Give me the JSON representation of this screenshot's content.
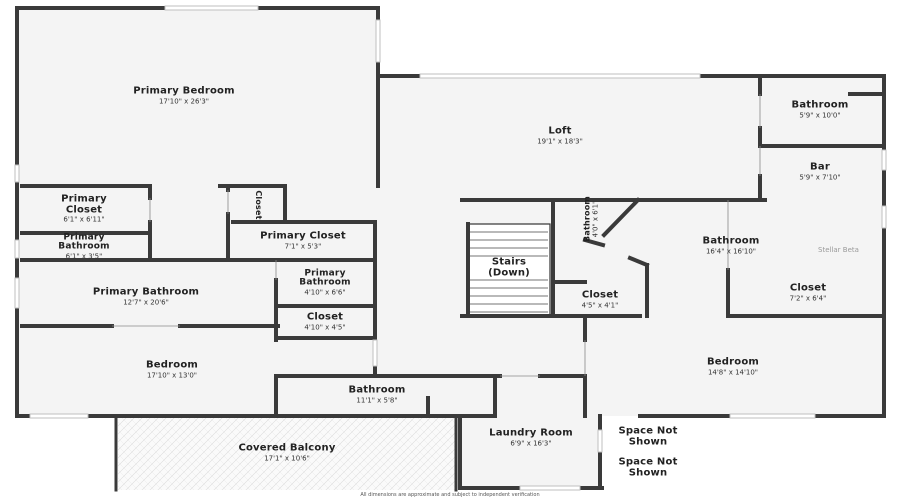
{
  "rooms": [
    {
      "key": "primary_bedroom",
      "name": "Primary Bedroom",
      "dims": "17'10\" x 26'3\""
    },
    {
      "key": "loft",
      "name": "Loft",
      "dims": "19'1\" x 18'3\""
    },
    {
      "key": "bathroom_top_right",
      "name": "Bathroom",
      "dims": "5'9\" x 10'0\""
    },
    {
      "key": "bar",
      "name": "Bar",
      "dims": "5'9\" x 7'10\""
    },
    {
      "key": "primary_closet_left",
      "name": "Primary Closet",
      "dims": "6'1\" x 6'11\""
    },
    {
      "key": "closet_small",
      "name": "Closet",
      "dims": ""
    },
    {
      "key": "primary_closet_mid",
      "name": "Primary Closet",
      "dims": "7'1\" x 5'3\""
    },
    {
      "key": "primary_bathroom_left",
      "name": "Primary Bathroom",
      "dims": "6'1\" x 3'5\""
    },
    {
      "key": "bathroom_center_small",
      "name": "Bathroom",
      "dims": "4'0\" x 6'1\""
    },
    {
      "key": "bathroom_right",
      "name": "Bathroom",
      "dims": "16'4\" x 16'10\""
    },
    {
      "key": "stairs",
      "name": "Stairs (Down)",
      "dims": ""
    },
    {
      "key": "primary_bathroom_main",
      "name": "Primary Bathroom",
      "dims": "12'7\" x 20'6\""
    },
    {
      "key": "primary_bathroom_mid",
      "name": "Primary Bathroom",
      "dims": "4'10\" x 6'6\""
    },
    {
      "key": "closet_mid",
      "name": "Closet",
      "dims": "4'10\" x 4'5\""
    },
    {
      "key": "closet_center",
      "name": "Closet",
      "dims": "4'5\" x 4'1\""
    },
    {
      "key": "closet_right",
      "name": "Closet",
      "dims": "7'2\" x 6'4\""
    },
    {
      "key": "bedroom_left",
      "name": "Bedroom",
      "dims": "17'10\" x 13'0\""
    },
    {
      "key": "bedroom_right",
      "name": "Bedroom",
      "dims": "14'8\" x 14'10\""
    },
    {
      "key": "bathroom_bottom",
      "name": "Bathroom",
      "dims": "11'1\" x 5'8\""
    },
    {
      "key": "covered_balcony",
      "name": "Covered Balcony",
      "dims": "17'1\" x 10'6\""
    },
    {
      "key": "laundry_room",
      "name": "Laundry Room",
      "dims": "6'9\" x 16'3\""
    },
    {
      "key": "space_not_shown_1",
      "name": "Space Not Shown",
      "dims": ""
    },
    {
      "key": "space_not_shown_2",
      "name": "Space Not Shown",
      "dims": ""
    }
  ],
  "watermark": "Stellar Beta",
  "disclaimer": "All dimensions are approximate and subject to independent verification"
}
